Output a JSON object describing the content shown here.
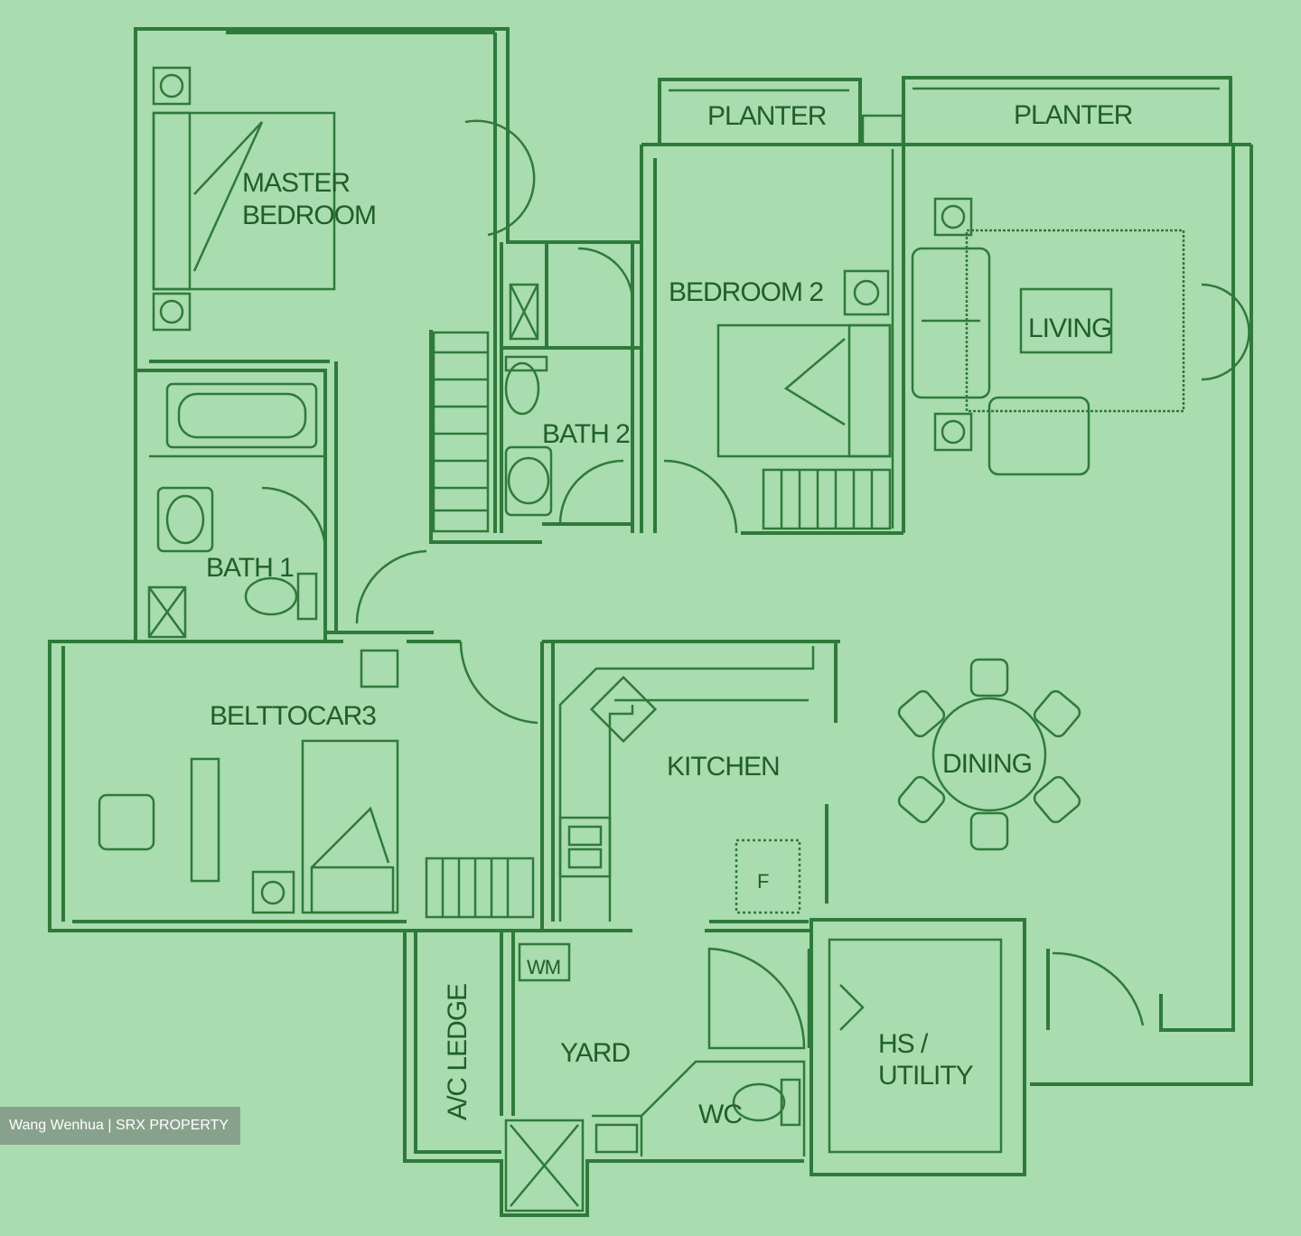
{
  "rooms": {
    "master_bedroom": [
      "MASTER",
      "BEDROOM"
    ],
    "bedroom_2": "BEDROOM 2",
    "bedroom_3": "BELTTOCAR3",
    "bath_1": "BATH 1",
    "bath_2": "BATH 2",
    "living": "LIVING",
    "dining": "DINING",
    "kitchen": "KITCHEN",
    "yard": "YARD",
    "ac_ledge": "A/C LEDGE",
    "hs_utility": [
      "HS /",
      "UTILITY"
    ],
    "wc": "WC",
    "wm": "WM",
    "fridge": "F",
    "planter_left": "PLANTER",
    "planter_right": "PLANTER"
  },
  "watermark": "Wang Wenhua | SRX PROPERTY",
  "colors": {
    "background": "#a9dcaf",
    "lines": "#2f7a3a",
    "text": "#1f5f2c"
  }
}
